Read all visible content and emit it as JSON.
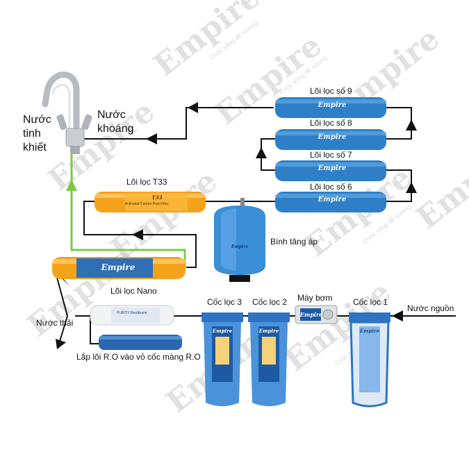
{
  "watermark": {
    "text": "Empire",
    "tagline": "Cuộc sống đế vương"
  },
  "labels": {
    "purified_water": [
      "Nước",
      "tinh",
      "khiết"
    ],
    "mineral_water": [
      "Nước",
      "khoáng"
    ],
    "filter_9": "Lõi lọc số 9",
    "filter_8": "Lõi lọc số 8",
    "filter_7": "Lõi lọc số 7",
    "filter_6": "Lõi lọc số 6",
    "filter_t33": "Lõi lọc T33",
    "pressure_tank": "Bình tăng áp",
    "nano_filter": "Lõi lọc Nano",
    "waste_water": "Nước thải",
    "ro_note": "Lắp lõi R.O vào vỏ cốc màng R.O",
    "cup_3": "Cốc lọc 3",
    "cup_2": "Cốc lọc 2",
    "pump": "Máy bơm",
    "cup_1": "Cốc lọc 1",
    "source_water": "Nước nguồn"
  },
  "product_text": {
    "brand": "Empire",
    "t33_code": "T33",
    "t33_desc": "Activated Carbon Post Filter",
    "ro_brand": "PURITY Membrane"
  },
  "colors": {
    "pipe": "#111111",
    "green_line": "#7ac943",
    "blue_filter": "#2f7fc8",
    "orange_filter": "#f5a21b",
    "tank_blue": "#3a8fd6"
  }
}
